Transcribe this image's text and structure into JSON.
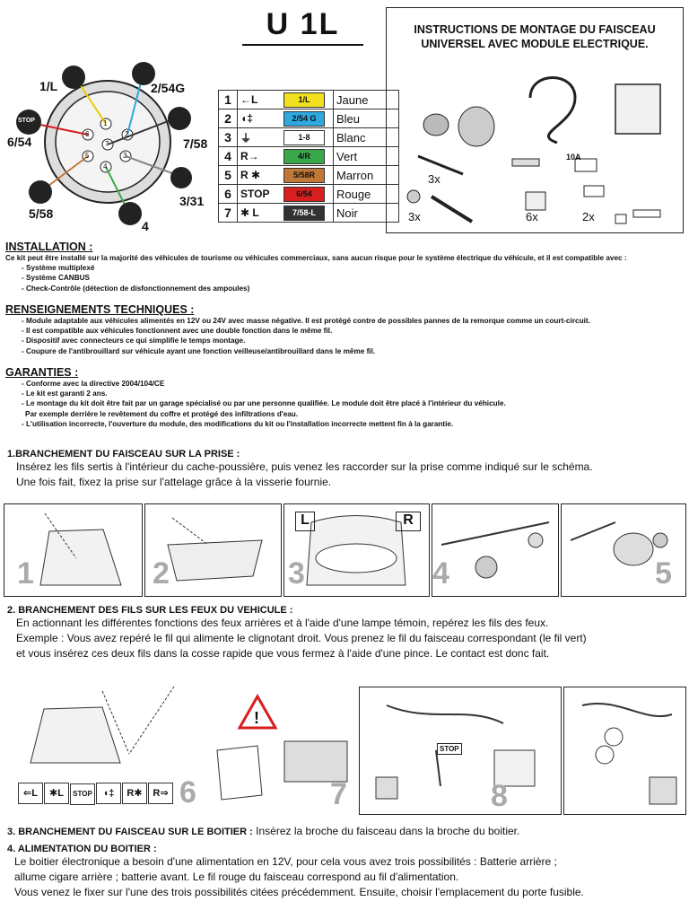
{
  "title": "U 1L",
  "instructions_title": "INSTRUCTIONS DE MONTAGE DU FAISCEAU UNIVERSEL AVEC MODULE ELECTRIQUE.",
  "socket_labels": {
    "p1": "1/L",
    "p2": "2/54G",
    "p3": "3/31",
    "p4": "4",
    "p5": "5/58",
    "p6": "6/54",
    "p7": "7/58",
    "stop": "STOP",
    "pins": [
      "1",
      "2",
      "3",
      "4",
      "5",
      "6",
      "7"
    ]
  },
  "wires": [
    {
      "n": "1",
      "sym": "←L",
      "code": "1/L",
      "code_bg": "#f0e020",
      "code_fg": "#111",
      "color": "Jaune"
    },
    {
      "n": "2",
      "sym": "◖‡",
      "code": "2/54 G",
      "code_bg": "#2fa8e0",
      "code_fg": "#111",
      "color": "Bleu"
    },
    {
      "n": "3",
      "sym": "⏚",
      "code": "1-8",
      "code_bg": "#ffffff",
      "code_fg": "#111",
      "color": "Blanc"
    },
    {
      "n": "4",
      "sym": "R→",
      "code": "4/R",
      "code_bg": "#3aa84a",
      "code_fg": "#111",
      "color": "Vert"
    },
    {
      "n": "5",
      "sym": "R ✱",
      "code": "5/58R",
      "code_bg": "#c07838",
      "code_fg": "#111",
      "color": "Marron"
    },
    {
      "n": "6",
      "sym": "STOP",
      "code": "6/54",
      "code_bg": "#d81e1e",
      "code_fg": "#111",
      "color": "Rouge"
    },
    {
      "n": "7",
      "sym": "✱ L",
      "code": "7/58-L",
      "code_bg": "#333333",
      "code_fg": "#fff",
      "color": "Noir"
    }
  ],
  "parts": {
    "q1": "3x",
    "q2": "3x",
    "q3": "6x",
    "q4": "2x",
    "fuse": "10A"
  },
  "installation": {
    "heading": "INSTALLATION :",
    "intro": "Ce kit  peut être installé sur la majorité des véhicules de tourisme ou véhicules commerciaux, sans aucun risque pour le système électrique du véhicule, et il est compatible avec :",
    "items": [
      "Système multiplexé",
      "Système CANBUS",
      "Check-Contrôle (détection de disfonctionnement des ampoules)"
    ]
  },
  "renseignements": {
    "heading": "RENSEIGNEMENTS TECHNIQUES :",
    "items": [
      "Module adaptable aux véhicules alimentés en 12V ou 24V avec masse négative. Il est protégé contre de possibles pannes de la remorque comme un court-circuit.",
      "Il est compatible aux véhicules fonctionnent avec une double fonction dans le même fil.",
      "Dispositif avec connecteurs ce qui simplifie le temps montage.",
      "Coupure de l'antibrouillard sur véhicule ayant une fonction veilleuse/antibrouillard dans le même fil."
    ]
  },
  "garanties": {
    "heading": "GARANTIES :",
    "items": [
      "Conforme avec la directive 2004/104/CE",
      "Le kit est garanti 2 ans.",
      "Le montage du kit doit être fait par un garage spécialisé ou par une personne qualifiée. Le module doit être placé à l'intérieur du véhicule."
    ],
    "extra": "Par exemple derrière le revêtement du coffre et protégé des infiltrations d'eau.",
    "last": "L'utilisation incorrecte, l'ouverture du module, des modifications du kit ou l'installation incorrecte mettent fin à la garantie."
  },
  "step1": {
    "heading": "1.BRANCHEMENT DU FAISCEAU SUR LA PRISE :",
    "line1": "Insérez les fils sertis à l'intérieur du cache-poussière, puis venez les raccorder sur la prise comme indiqué sur le schéma.",
    "line2": "Une fois fait, fixez la prise sur l'attelage grâce à la visserie fournie."
  },
  "panels_row1": [
    "1",
    "2",
    "3",
    "4",
    "5"
  ],
  "panel3_labels": {
    "l": "L",
    "r": "R"
  },
  "step2": {
    "heading": "2. BRANCHEMENT DES FILS SUR LES FEUX DU VEHICULE :",
    "line1": "En actionnant les différentes fonctions des feux arrières et à l'aide d'une lampe témoin, repérez les fils des feux.",
    "line2": "Exemple : Vous avez repéré le fil qui alimente le clignotant droit. Vous prenez le fil du faisceau correspondant (le fil vert)",
    "line3": "et vous insérez ces deux fils dans la cosse rapide que vous fermez à l'aide d'une pince. Le contact est donc fait."
  },
  "panels_row2": [
    "6",
    "7",
    "8"
  ],
  "icon_row": [
    "⇐L",
    "✱L",
    "STOP",
    "◖‡",
    "R✱",
    "R⇒"
  ],
  "stop_label": "STOP",
  "step3": {
    "heading": "3. BRANCHEMENT DU FAISCEAU SUR LE BOITIER :",
    "text": "Insérez la broche du faisceau dans la broche du boitier."
  },
  "step4": {
    "heading": "4. ALIMENTATION DU BOITIER :",
    "line1": "Le boitier électronique a besoin d'une alimentation en 12V, pour cela vous avez trois possibilités : Batterie arrière ;",
    "line2": "allume cigare arrière ; batterie avant. Le fil rouge du faisceau correspond au fil d'alimentation.",
    "line3": "Vous venez le fixer sur l'une des trois possibilités citées précédemment. Ensuite, choisir l'emplacement du porte fusible."
  }
}
